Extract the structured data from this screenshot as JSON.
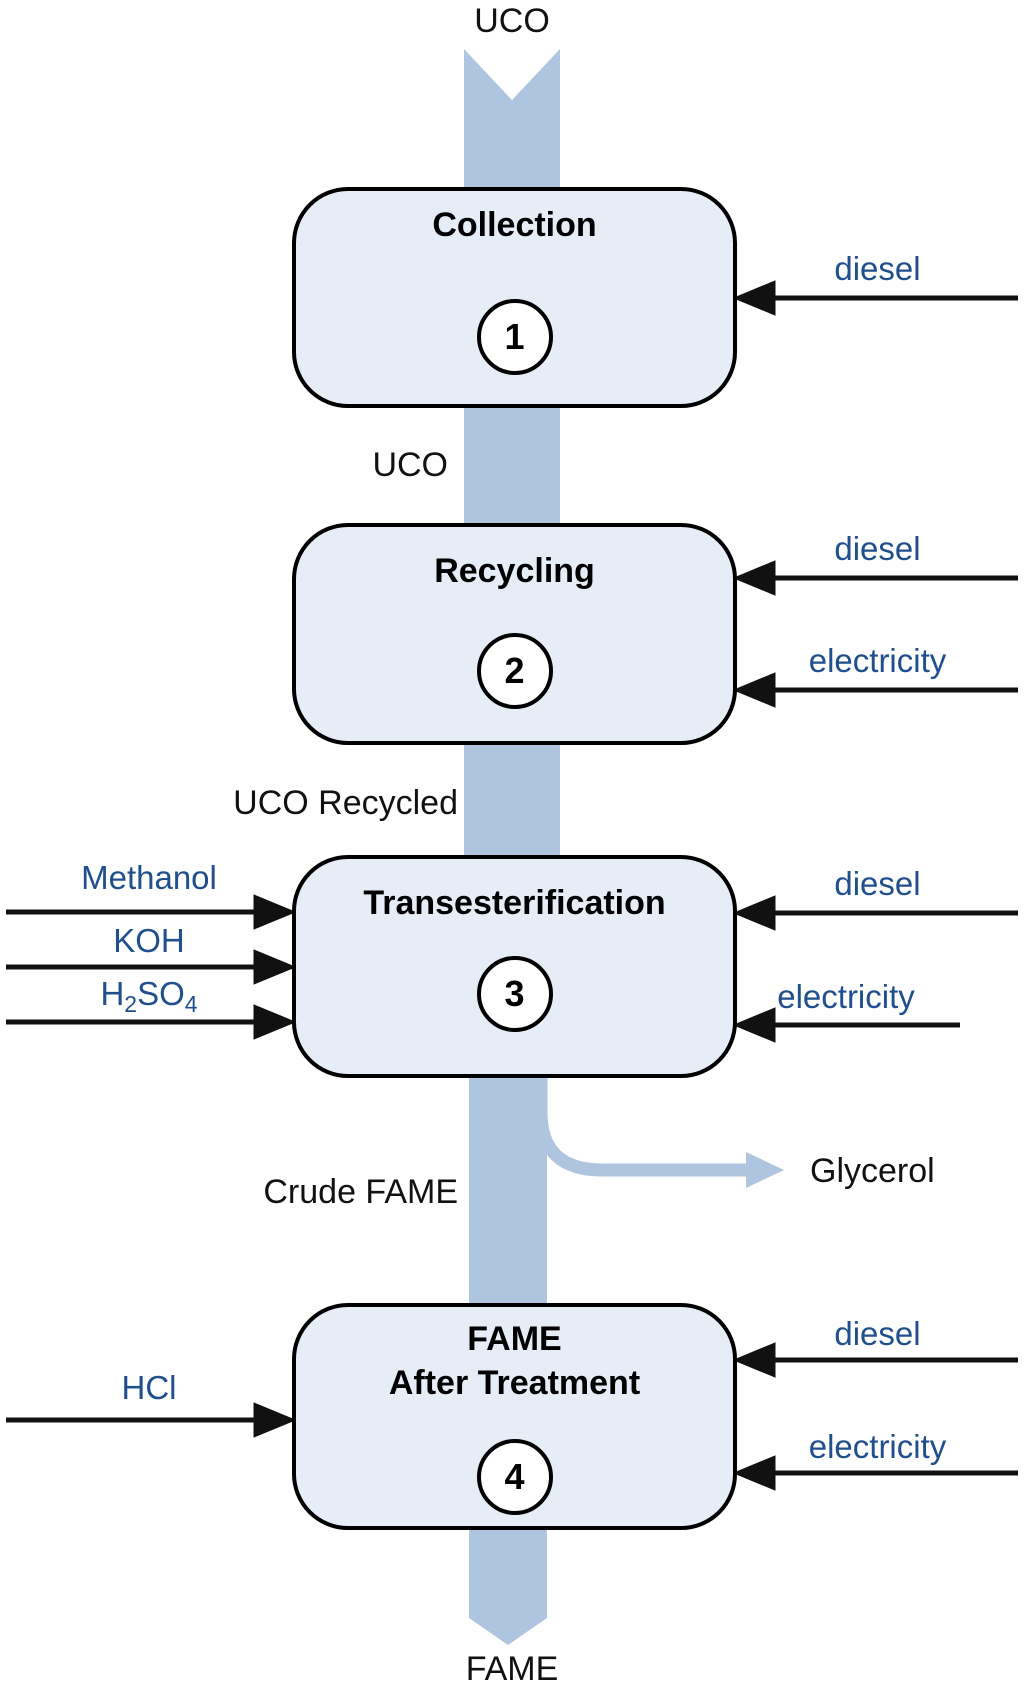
{
  "colors": {
    "flow_band": "#AFC4DF",
    "box_fill": "#E7EDF7",
    "box_border": "#000000",
    "input_label_text": "#204F8D",
    "flow_label_text": "#111111"
  },
  "flow_labels": {
    "uco_top": "UCO",
    "uco_between_1_2": "UCO",
    "uco_recycled": "UCO Recycled",
    "crude_fame": "Crude FAME",
    "glycerol": "Glycerol",
    "fame_bottom": "FAME"
  },
  "stages": [
    {
      "number": "1",
      "title": "Collection",
      "right": {
        "diesel": "diesel"
      }
    },
    {
      "number": "2",
      "title": "Recycling",
      "right": {
        "diesel": "diesel",
        "electricity": "electricity"
      }
    },
    {
      "number": "3",
      "title": "Transesterification",
      "left": {
        "methanol": "Methanol",
        "koh": "KOH",
        "h2so4": {
          "b1": "H",
          "s1": "2",
          "b2": "SO",
          "s2": "4"
        }
      },
      "right": {
        "diesel": "diesel",
        "electricity": "electricity"
      }
    },
    {
      "number": "4",
      "title_line1": "FAME",
      "title_line2": "After Treatment",
      "left": {
        "hcl": "HCl"
      },
      "right": {
        "diesel": "diesel",
        "electricity": "electricity"
      }
    }
  ]
}
